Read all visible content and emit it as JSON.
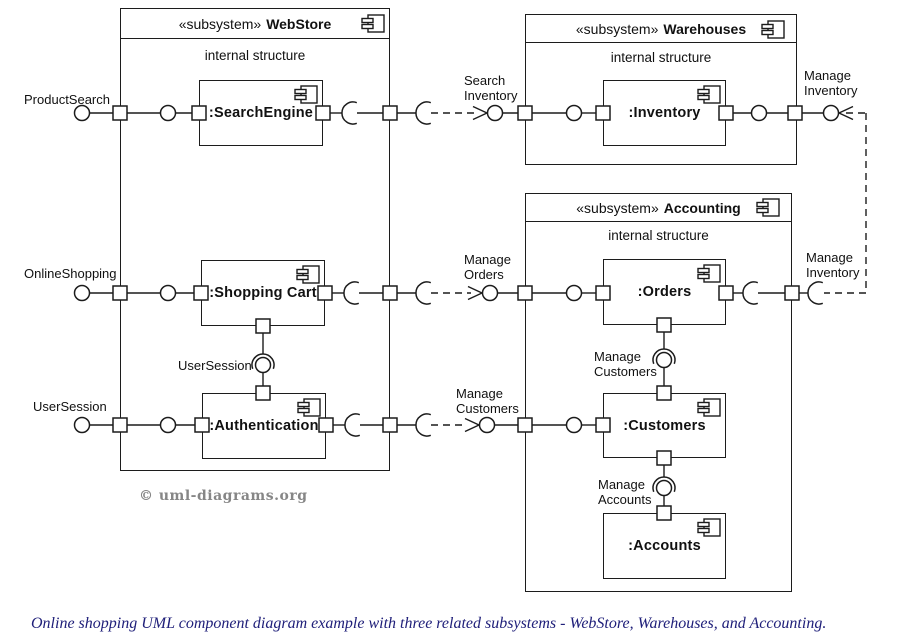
{
  "subsystems": {
    "webstore": {
      "stereotype": "«subsystem»",
      "name": "WebStore",
      "section": "internal structure"
    },
    "warehouses": {
      "stereotype": "«subsystem»",
      "name": "Warehouses",
      "section": "internal structure"
    },
    "accounting": {
      "stereotype": "«subsystem»",
      "name": "Accounting",
      "section": "internal structure"
    }
  },
  "components": {
    "search_engine": ":SearchEngine",
    "shopping_cart": ":Shopping Cart",
    "authentication": ":Authentication",
    "inventory": ":Inventory",
    "orders": ":Orders",
    "customers": ":Customers",
    "accounts": ":Accounts"
  },
  "interfaces": {
    "product_search": "ProductSearch",
    "online_shopping": "OnlineShopping",
    "user_session": "UserSession",
    "user_session_internal": "UserSession",
    "search_inventory": "Search\nInventory",
    "manage_orders": "Manage\nOrders",
    "manage_customers": "Manage\nCustomers",
    "manage_inventory_provided": "Manage\nInventory",
    "manage_inventory_required": "Manage\nInventory",
    "manage_customers_internal": "Manage\nCustomers",
    "manage_accounts_internal": "Manage\nAccounts"
  },
  "footer": {
    "copyright": "© uml-diagrams.org",
    "caption": "Online shopping UML component diagram example with three related subsystems - WebStore, Warehouses, and Accounting."
  },
  "colors": {
    "line": "#1c1c1c",
    "caption": "#20207a",
    "watermark": "#868686"
  }
}
